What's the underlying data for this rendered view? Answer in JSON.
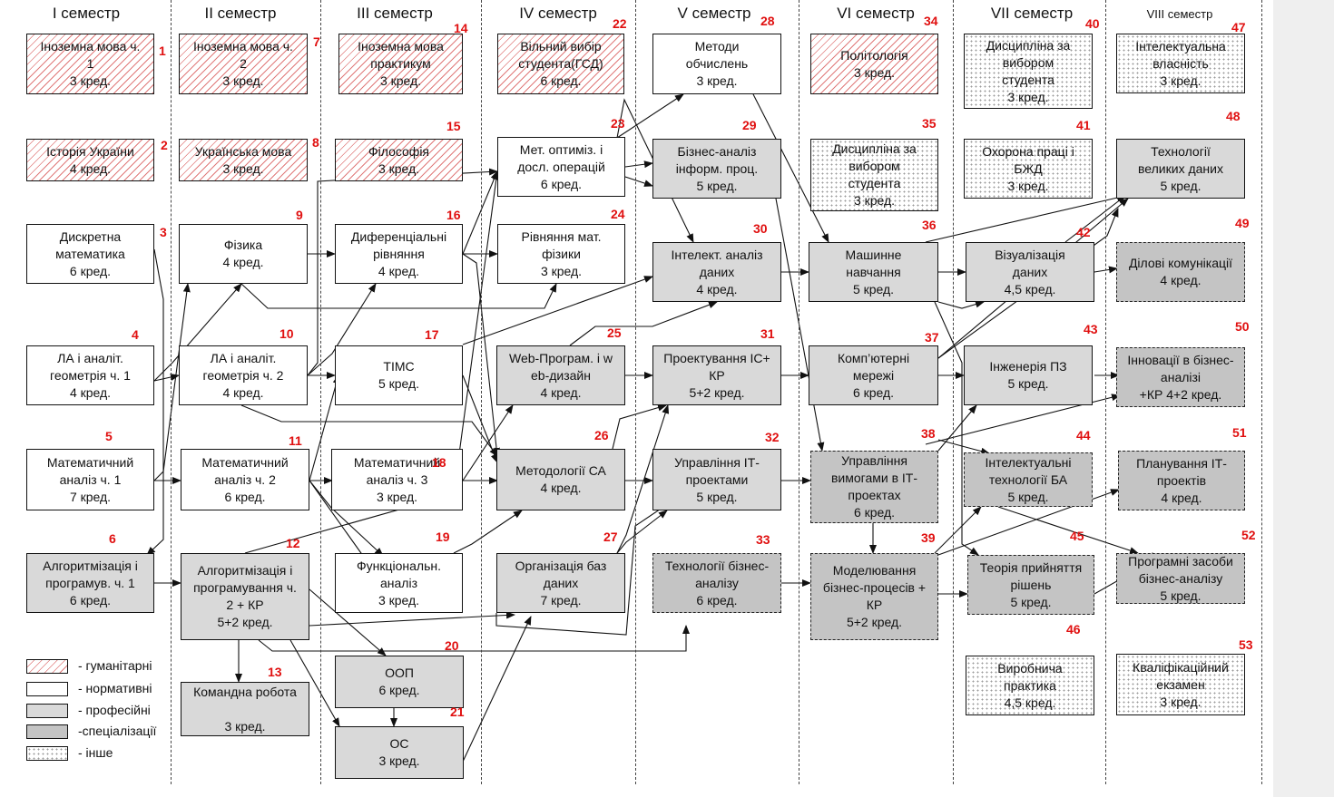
{
  "semesters": [
    "I семестр",
    "II семестр",
    "III семестр",
    "IV семестр",
    "V семестр",
    "VI семестр",
    "VII семестр",
    "VIII семестр"
  ],
  "courses": [
    {
      "id": "1",
      "text": "Іноземна мова ч.\n1\n3 кред.",
      "type": "hum"
    },
    {
      "id": "2",
      "text": "Історія України\n4 кред.",
      "type": "hum"
    },
    {
      "id": "3",
      "text": "Дискретна\nматематика\n6 кред.",
      "type": "norm"
    },
    {
      "id": "4",
      "text": "ЛА і аналіт.\nгеометрія ч. 1\n4 кред.",
      "type": "norm"
    },
    {
      "id": "5",
      "text": "Математичний\nаналіз ч. 1\n7 кред.",
      "type": "norm"
    },
    {
      "id": "6",
      "text": "Алгоритмізація і\nпрограмув. ч. 1\n6 кред.",
      "type": "prof"
    },
    {
      "id": "7",
      "text": "Іноземна мова ч.\n2\n3 кред.",
      "type": "hum"
    },
    {
      "id": "8",
      "text": "Українська мова\n3 кред.",
      "type": "hum"
    },
    {
      "id": "9",
      "text": "Фізика\n4 кред.",
      "type": "norm"
    },
    {
      "id": "10",
      "text": "ЛА і аналіт.\nгеометрія ч. 2\n4 кред.",
      "type": "norm"
    },
    {
      "id": "11",
      "text": "Математичний\nаналіз ч. 2\n6 кред.",
      "type": "norm"
    },
    {
      "id": "12",
      "text": "Алгоритмізація і\nпрограмування ч.\n2 + КР\n5+2 кред.",
      "type": "prof"
    },
    {
      "id": "13",
      "text": "Командна робота\n\n3 кред.",
      "type": "prof"
    },
    {
      "id": "14",
      "text": "Іноземна мова\nпрактикум\n3 кред.",
      "type": "hum"
    },
    {
      "id": "15",
      "text": "Філософія\n3 кред.",
      "type": "hum"
    },
    {
      "id": "16",
      "text": "Диференціальні\nрівняння\n4 кред.",
      "type": "norm"
    },
    {
      "id": "17",
      "text": "ТІМС\n5 кред.",
      "type": "norm"
    },
    {
      "id": "18",
      "text": "Математичний\nаналіз ч. 3\n3 кред.",
      "type": "norm"
    },
    {
      "id": "19",
      "text": "Функціональн.\nаналіз\n3 кред.",
      "type": "norm"
    },
    {
      "id": "20",
      "text": "ООП\n6 кред.",
      "type": "prof"
    },
    {
      "id": "21",
      "text": "ОС\n3 кред.",
      "type": "prof"
    },
    {
      "id": "22",
      "text": "Вільний вибір\nстудента(ГСД)\n6 кред.",
      "type": "hum"
    },
    {
      "id": "23",
      "text": "Мет. оптиміз. і\nдосл. операцій\n6 кред.",
      "type": "norm"
    },
    {
      "id": "24",
      "text": "Рівняння мат.\nфізики\n3 кред.",
      "type": "norm"
    },
    {
      "id": "25",
      "text": "Web-Програм. і w\neb-дизайн\n4 кред.",
      "type": "prof"
    },
    {
      "id": "26",
      "text": "Методології СА\n4 кред.",
      "type": "prof"
    },
    {
      "id": "27",
      "text": "Організація баз\nданих\n7 кред.",
      "type": "prof"
    },
    {
      "id": "28",
      "text": "Методи\nобчислень\n3 кред.",
      "type": "norm"
    },
    {
      "id": "29",
      "text": "Бізнес-аналіз\nінформ. проц.\n5 кред.",
      "type": "prof"
    },
    {
      "id": "30",
      "text": "Інтелект. аналіз\nданих\n4 кред.",
      "type": "prof"
    },
    {
      "id": "31",
      "text": "Проектування ІС+\nКР\n5+2 кред.",
      "type": "prof"
    },
    {
      "id": "32",
      "text": "Управління ІТ-\nпроектами\n5 кред.",
      "type": "prof"
    },
    {
      "id": "33",
      "text": "Технології бізнес-\nаналізу\n6 кред.",
      "type": "spec"
    },
    {
      "id": "34",
      "text": "Політологія\n3 кред.",
      "type": "hum"
    },
    {
      "id": "35",
      "text": "Дисципліна за\nвибором\nстудента\n3 кред.",
      "type": "oth"
    },
    {
      "id": "36",
      "text": "Машинне\nнавчання\n5 кред.",
      "type": "prof"
    },
    {
      "id": "37",
      "text": "Комп’ютерні\nмережі\n6 кред.",
      "type": "prof"
    },
    {
      "id": "38",
      "text": "Управління\nвимогами в ІТ-\nпроектах\n6 кред.",
      "type": "spec"
    },
    {
      "id": "39",
      "text": "Моделювання\nбізнес-процесів +\nКР\n5+2 кред.",
      "type": "spec"
    },
    {
      "id": "40",
      "text": "Дисципліна за\nвибором\nстудента\n3 кред.",
      "type": "oth"
    },
    {
      "id": "41",
      "text": "Охорона праці і\nБЖД\n3 кред.",
      "type": "oth"
    },
    {
      "id": "42",
      "text": "Візуалізація\nданих\n4,5 кред.",
      "type": "prof"
    },
    {
      "id": "43",
      "text": "Інженерія ПЗ\n5 кред.",
      "type": "prof"
    },
    {
      "id": "44",
      "text": "Інтелектуальні\nтехнології БА\n5 кред.",
      "type": "spec"
    },
    {
      "id": "45",
      "text": "Теорія прийняття\nрішень\n5 кред.",
      "type": "spec"
    },
    {
      "id": "46",
      "text": "Виробнича\nпрактика\n4,5 кред.",
      "type": "oth"
    },
    {
      "id": "47",
      "text": "Інтелектуальна\nвласність\n3 кред.",
      "type": "oth"
    },
    {
      "id": "48",
      "text": "Технології\nвеликих даних\n5 кред.",
      "type": "prof"
    },
    {
      "id": "49",
      "text": "Ділові комунікації\n4 кред.",
      "type": "spec"
    },
    {
      "id": "50",
      "text": "Інновації в бізнес-\nаналізі\n+КР 4+2 кред.",
      "type": "spec"
    },
    {
      "id": "51",
      "text": "Планування ІТ-\nпроектів\n4 кред.",
      "type": "spec"
    },
    {
      "id": "52",
      "text": "Програмні засоби\nбізнес-аналізу\n5 кред.",
      "type": "spec"
    },
    {
      "id": "53",
      "text": "Кваліфікаційний\nекзамен\n3 кред.",
      "type": "oth"
    }
  ],
  "legend": [
    {
      "type": "hum",
      "label": "- гуманітарні"
    },
    {
      "type": "norm",
      "label": "- нормативні"
    },
    {
      "type": "prof",
      "label": "- професійні"
    },
    {
      "type": "spec",
      "label": "-спеціалізації"
    },
    {
      "type": "oth",
      "label": "- інше"
    }
  ],
  "colors": {
    "number": "#e01010",
    "professional": "#d9d9d9",
    "specialization": "#c4c4c4",
    "hatch": "#e07a7a"
  }
}
